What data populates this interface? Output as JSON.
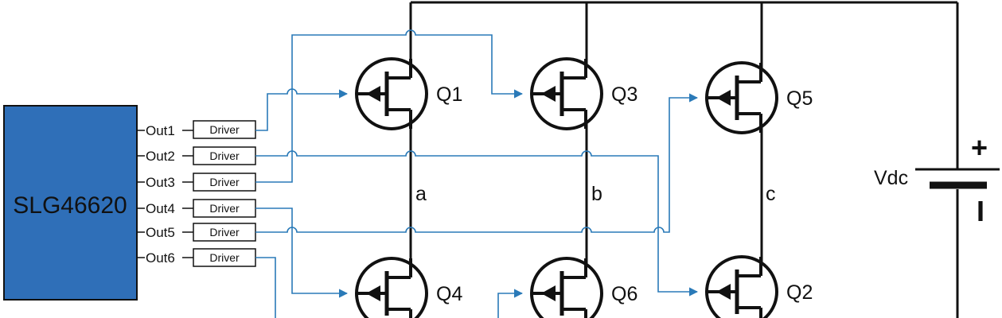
{
  "controller": {
    "label": "SLG46620",
    "fill": "#2f6fb8"
  },
  "outputs": [
    "Out1",
    "Out2",
    "Out3",
    "Out4",
    "Out5",
    "Out6"
  ],
  "driver_label": "Driver",
  "transistors": [
    "Q1",
    "Q3",
    "Q5",
    "Q4",
    "Q6",
    "Q2"
  ],
  "phases": [
    "a",
    "b",
    "c"
  ],
  "supply": {
    "label": "Vdc",
    "plus": "+",
    "minus": "I"
  },
  "colors": {
    "wire": "#111111",
    "signal": "#2a7ab8"
  }
}
